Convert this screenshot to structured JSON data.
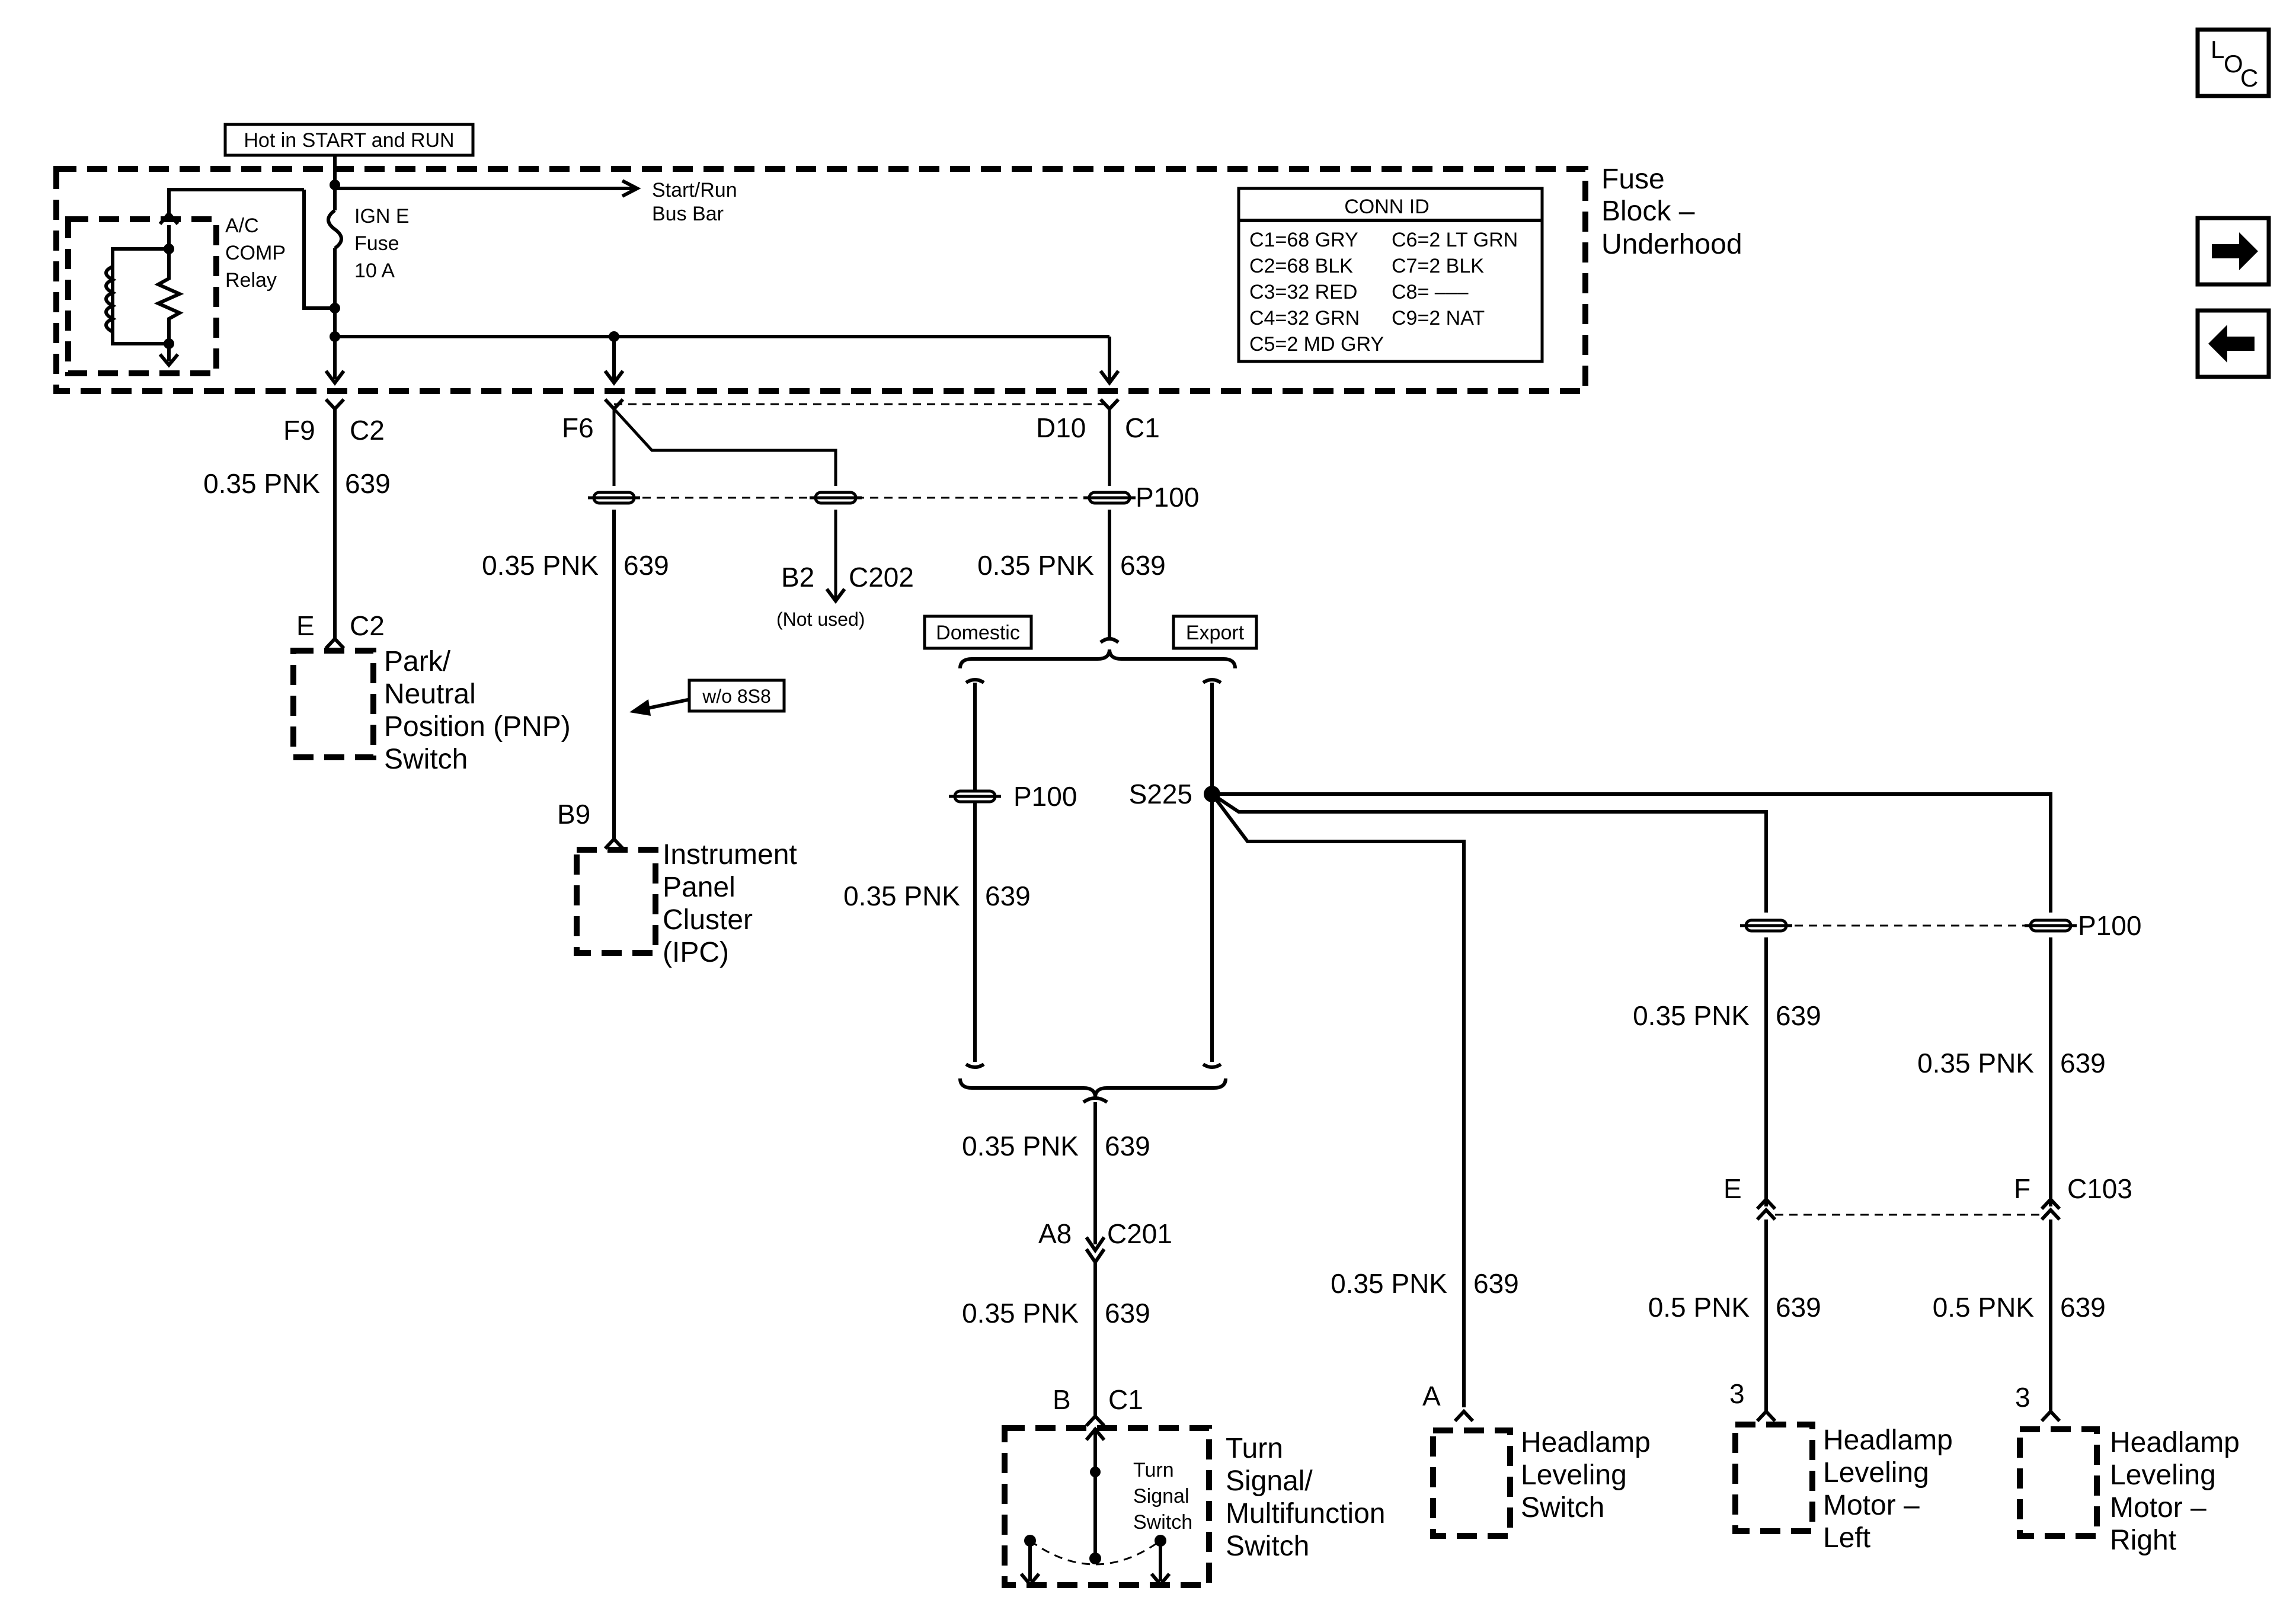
{
  "labels": {
    "hot_in": "Hot in START and RUN",
    "ac_comp_relay": [
      "A/C",
      "COMP",
      "Relay"
    ],
    "ign_fuse": [
      "IGN E",
      "Fuse",
      "10 A"
    ],
    "bus_bar": [
      "Start/Run",
      "Bus Bar"
    ],
    "fuse_block": [
      "Fuse",
      "Block –",
      "Underhood"
    ],
    "conn_id": {
      "title": "CONN ID",
      "rows": [
        [
          "C1=68 GRY",
          "C6=2 LT GRN"
        ],
        [
          "C2=68 BLK",
          "C7=2 BLK"
        ],
        [
          "C3=32 RED",
          "C8= –––"
        ],
        [
          "C4=32 GRN",
          "C9=2 NAT"
        ],
        [
          "C5=2 MD GRY",
          ""
        ]
      ]
    },
    "loc": {
      "l": "L",
      "o": "O",
      "c": "C"
    },
    "pins": {
      "f9": "F9",
      "c2a": "C2",
      "f6": "F6",
      "d10": "D10",
      "c1a": "C1",
      "p100a": "P100",
      "b2": "B2",
      "c202": "C202",
      "not_used": "(Not used)",
      "e_c2": "E",
      "c2b": "C2",
      "b9": "B9",
      "p100b": "P100",
      "s225": "S225",
      "p100c": "P100",
      "a8": "A8",
      "c201": "C201",
      "b": "B",
      "c1b": "C1",
      "pin_a": "A",
      "pin_e": "E",
      "pin_f": "F",
      "c103": "C103",
      "pin_3a": "3",
      "pin_3b": "3"
    },
    "wire": {
      "gauge": "0.35 PNK",
      "gauge_b": "0.5 PNK",
      "circuit": "639"
    },
    "domestic": "Domestic",
    "export": "Export",
    "wo_8s8": "w/o 8S8",
    "pnp_switch": [
      "Park/",
      "Neutral",
      "Position (PNP)",
      "Switch"
    ],
    "ipc": [
      "Instrument",
      "Panel",
      "Cluster",
      "(IPC)"
    ],
    "turn_signal_switch": [
      "Turn",
      "Signal/",
      "Multifunction",
      "Switch"
    ],
    "turn_signal_inner": [
      "Turn",
      "Signal",
      "Switch"
    ],
    "hl_switch": [
      "Headlamp",
      "Leveling",
      "Switch"
    ],
    "hl_motor_left": [
      "Headlamp",
      "Leveling",
      "Motor –",
      "Left"
    ],
    "hl_motor_right": [
      "Headlamp",
      "Leveling",
      "Motor –",
      "Right"
    ]
  }
}
